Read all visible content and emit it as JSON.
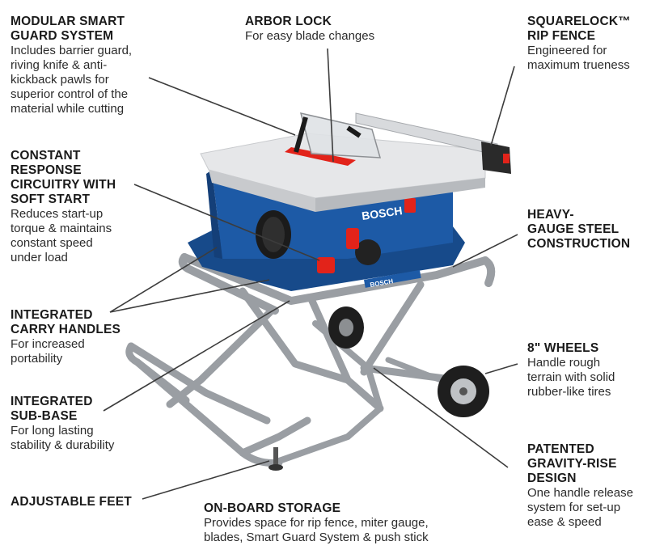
{
  "colors": {
    "bosch_blue": "#1d5aa6",
    "bosch_red": "#e2231a",
    "table_silver": "#e6e7e9",
    "frame_gray": "#9a9ea3",
    "leader_line": "#3c3c3c",
    "text": "#231f20"
  },
  "product": {
    "brand_label": "BOSCH",
    "rail_label": "BOSCH"
  },
  "callouts": {
    "modular_guard": {
      "title": "MODULAR SMART\nGUARD SYSTEM",
      "desc": "Includes barrier guard,\nriving knife & anti-\nkickback pawls for\nsuperior control of the\nmaterial while cutting"
    },
    "arbor_lock": {
      "title": "ARBOR LOCK",
      "desc": "For easy blade changes"
    },
    "squarelock": {
      "title": "SQUARELOCK™\nRIP FENCE",
      "desc": "Engineered for\nmaximum trueness"
    },
    "constant_response": {
      "title": "CONSTANT\nRESPONSE\nCIRCUITRY WITH\nSOFT START",
      "desc": "Reduces start-up\ntorque & maintains\nconstant speed\nunder load"
    },
    "heavy_gauge": {
      "title": "HEAVY-\nGAUGE STEEL\nCONSTRUCTION",
      "desc": ""
    },
    "carry_handles": {
      "title": "INTEGRATED\nCARRY HANDLES",
      "desc": "For increased\nportability"
    },
    "wheels": {
      "title": "8\" WHEELS",
      "desc": "Handle rough\nterrain with solid\nrubber-like tires"
    },
    "sub_base": {
      "title": "INTEGRATED\nSUB-BASE",
      "desc": "For long lasting\nstability & durability"
    },
    "gravity_rise": {
      "title": "PATENTED\nGRAVITY-RISE\nDESIGN",
      "desc": "One handle release\nsystem for set-up\nease & speed"
    },
    "adjustable_feet": {
      "title": "ADJUSTABLE FEET",
      "desc": ""
    },
    "onboard_storage": {
      "title": "ON-BOARD STORAGE",
      "desc": "Provides space for rip fence, miter gauge,\nblades, Smart Guard System & push stick"
    }
  }
}
